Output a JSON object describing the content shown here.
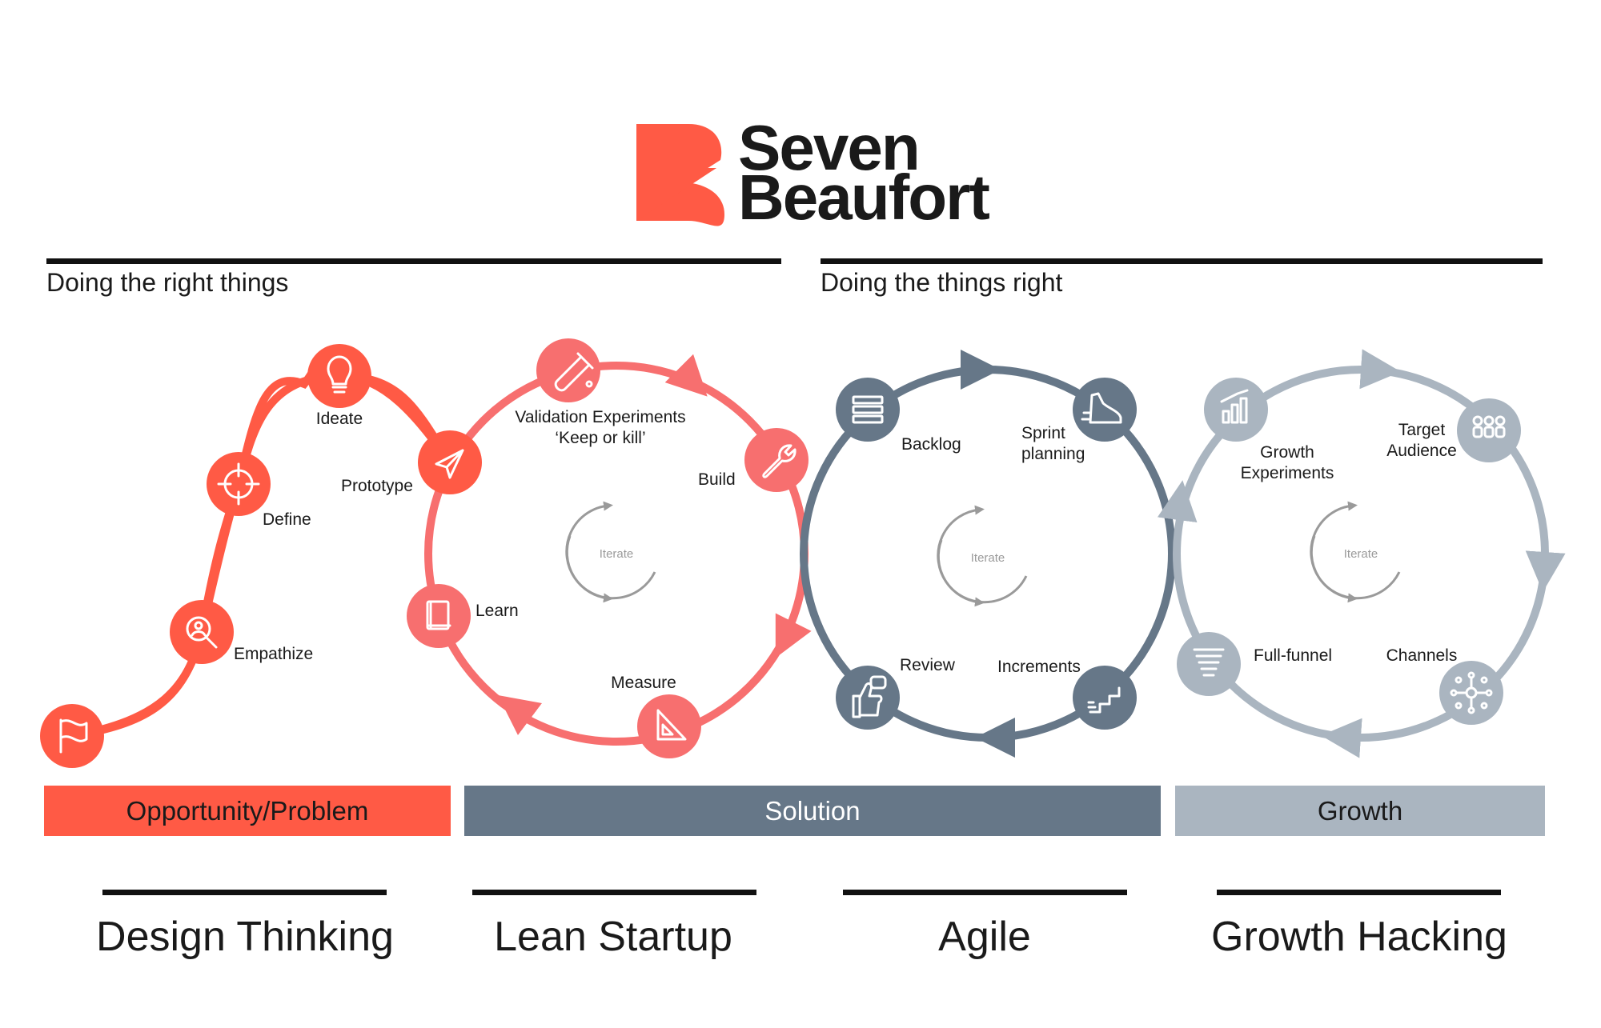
{
  "brand": {
    "name_line1": "Seven",
    "name_line2": "Beaufort",
    "color": "#FF5A45"
  },
  "headers": {
    "left": "Doing the right things",
    "right": "Doing the things right"
  },
  "design_thinking": {
    "steps": {
      "start": "",
      "empathize": "Empathize",
      "define": "Define",
      "ideate": "Ideate",
      "prototype": "Prototype"
    }
  },
  "lean_startup": {
    "validation_line1": "Validation Experiments",
    "validation_line2": "‘Keep or kill’",
    "build": "Build",
    "measure": "Measure",
    "learn": "Learn",
    "iterate": "Iterate"
  },
  "agile": {
    "backlog": "Backlog",
    "sprint_line1": "Sprint",
    "sprint_line2": "planning",
    "review": "Review",
    "increments": "Increments",
    "iterate": "Iterate"
  },
  "growth_hacking": {
    "growth_line1": "Growth",
    "growth_line2": "Experiments",
    "target_line1": "Target",
    "target_line2": "Audience",
    "full_funnel": "Full-funnel",
    "channels": "Channels",
    "iterate": "Iterate"
  },
  "bands": {
    "opportunity": "Opportunity/Problem",
    "solution": "Solution",
    "growth": "Growth"
  },
  "methods": {
    "design_thinking": "Design Thinking",
    "lean_startup": "Lean Startup",
    "agile": "Agile",
    "growth_hacking": "Growth Hacking"
  },
  "colors": {
    "orange": "#FF5A45",
    "coral": "#F76F6F",
    "slate": "#667788",
    "light_slate": "#AAB5C0",
    "iterate_gray": "#9A9A9A"
  },
  "icons": {
    "start": "flag-icon",
    "empathize": "search-person-icon",
    "define": "crosshair-icon",
    "ideate": "lightbulb-icon",
    "prototype": "paper-plane-icon",
    "validation": "test-tube-icon",
    "build": "wrench-icon",
    "measure": "set-square-icon",
    "learn": "book-icon",
    "backlog": "list-icon",
    "sprint": "running-shoe-icon",
    "review": "thumbs-up-chat-icon",
    "increments": "stairs-icon",
    "growth": "bar-chart-icon",
    "target": "audience-icon",
    "full_funnel": "funnel-icon",
    "channels": "network-icon"
  }
}
